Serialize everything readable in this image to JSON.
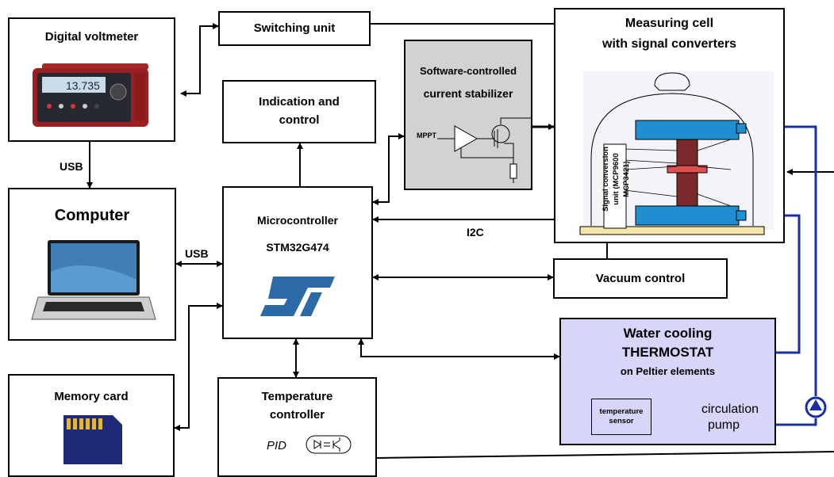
{
  "blocks": {
    "voltmeter": {
      "title": "Digital voltmeter",
      "display": "13.735"
    },
    "switching": {
      "title": "Switching unit"
    },
    "indication": {
      "line1": "Indication and",
      "line2": "control"
    },
    "stabilizer": {
      "line1": "Software-controlled",
      "line2": "current stabilizer",
      "mppt": "MPPT"
    },
    "measuring": {
      "line1": "Measuring cell",
      "line2": "with signal converters",
      "conv_line1": "Signal conversion",
      "conv_line2": "unit (MCP9600 MCP3421)"
    },
    "computer": {
      "title": "Computer"
    },
    "mcu": {
      "line1": "Microcontroller",
      "line2": "STM32G474"
    },
    "vacuum": {
      "title": "Vacuum control"
    },
    "thermostat": {
      "line1": "Water cooling",
      "line2": "THERMOSTAT",
      "line3": "on Peltier elements",
      "sensor_line1": "temperature",
      "sensor_line2": "sensor",
      "pump_line1": "circulation",
      "pump_line2": "pump"
    },
    "memory": {
      "title": "Memory card"
    },
    "tempctrl": {
      "line1": "Temperature",
      "line2": "controller",
      "pid": "PID"
    }
  },
  "links": {
    "usb_top": "USB",
    "usb_left": "USB",
    "i2c": "I2C"
  },
  "colors": {
    "water_line": "#1a2fa0",
    "thermostat_fill": "#d6d6fb",
    "stabilizer_fill": "#d2d2d2",
    "st_logo": "#2b6aa6"
  }
}
